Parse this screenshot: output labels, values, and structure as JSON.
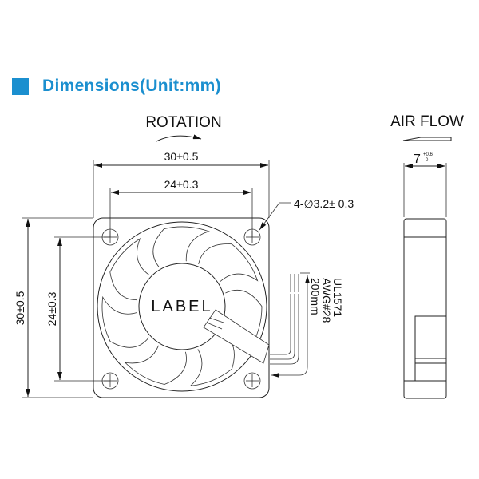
{
  "header": {
    "title": "Dimensions(Unit:mm)",
    "accent_color": "#1b8fcf"
  },
  "front_view": {
    "rotation_label": "ROTATION",
    "width_overall": "30±0.5",
    "width_holes": "24±0.3",
    "height_overall": "30±0.5",
    "height_holes": "24±0.3",
    "hole_spec": "4-∅3.2± 0.3",
    "center_label": "LABEL",
    "wire_spec": [
      "UL1571",
      "AWG#28",
      "200mm"
    ]
  },
  "side_view": {
    "airflow_label": "AIR FLOW",
    "thickness": "7",
    "tol_plus": "+0.6",
    "tol_minus": "-0"
  }
}
